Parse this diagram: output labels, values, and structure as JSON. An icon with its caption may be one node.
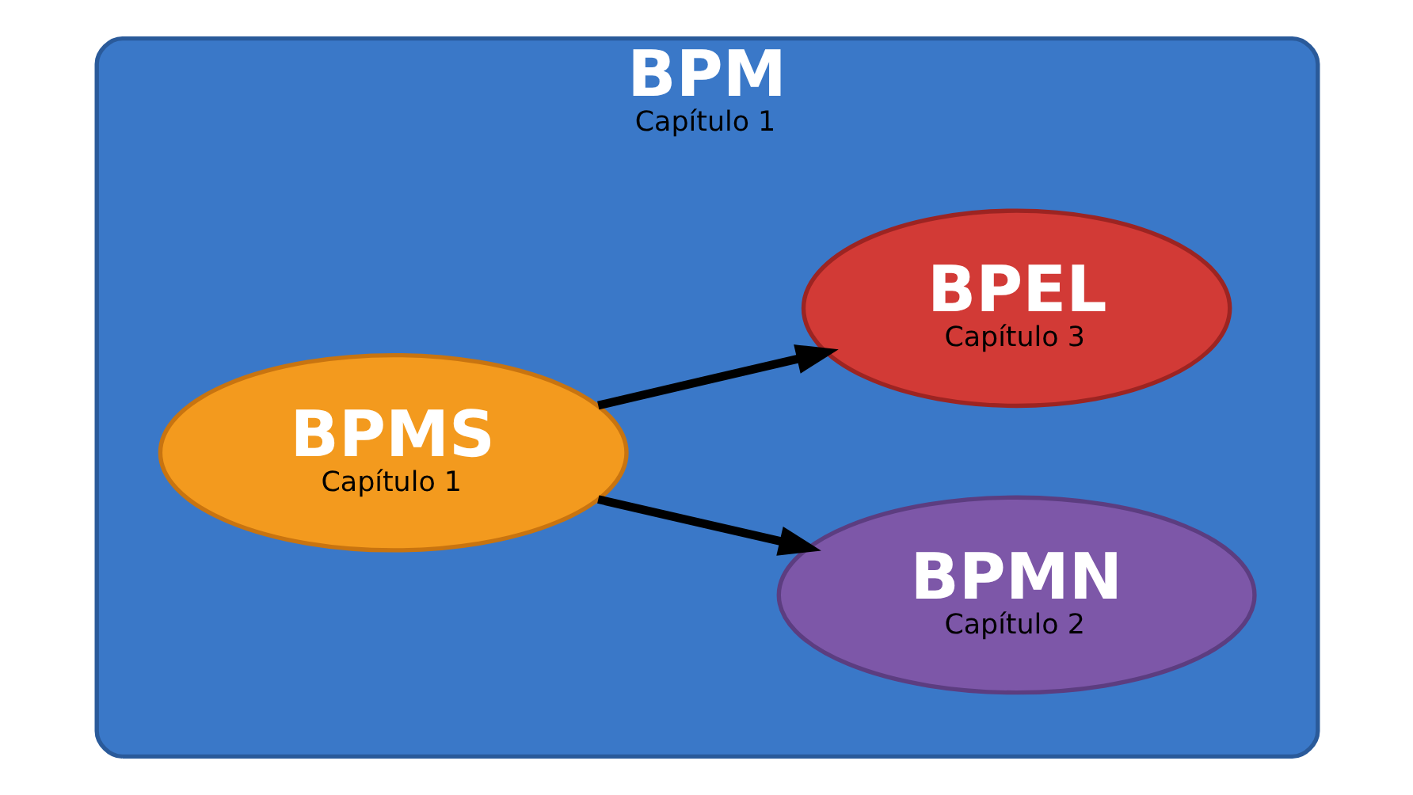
{
  "diagram": {
    "nodes": [
      {
        "text": [
          "BPM",
          "Capítulo 1"
        ]
      },
      {
        "text": [
          "BPMS",
          "Capítulo 1"
        ],
        "in": 0
      },
      {
        "text": [
          "BPMN",
          "Capítulo 2"
        ],
        "in": 0
      },
      {
        "text": [
          "BPEL",
          "Capítulo 3"
        ],
        "in": 0
      }
    ],
    "edges": [
      {
        "from": 1,
        "to": 2,
        "arrow": "to"
      },
      {
        "from": 1,
        "to": 3,
        "arrow": "to"
      }
    ]
  }
}
